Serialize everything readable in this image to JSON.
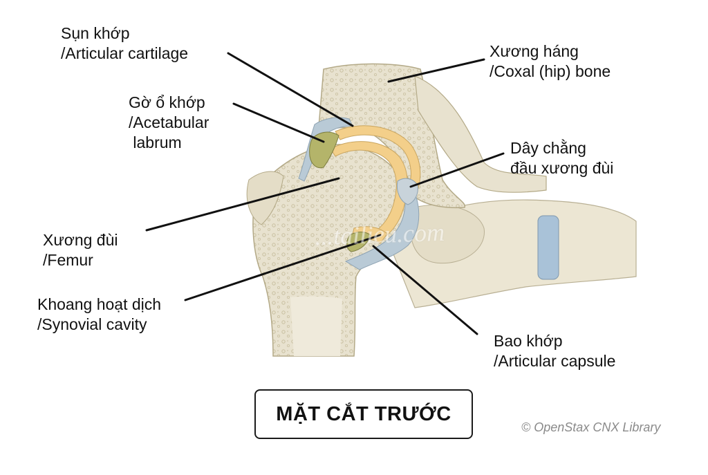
{
  "labels": {
    "articular_cartilage": [
      "Sụn khớp",
      "/Articular cartilage"
    ],
    "coxal_bone": [
      "Xương háng",
      "/Coxal (hip) bone"
    ],
    "acetabular_labrum": [
      "Gờ ổ khớp",
      "/Acetabular",
      " labrum"
    ],
    "ligament_head_femur": [
      "Dây chằng",
      "đầu xương đùi"
    ],
    "femur": [
      "Xương đùi",
      "/Femur"
    ],
    "synovial_cavity": [
      "Khoang hoạt dịch",
      "/Synovial cavity"
    ],
    "articular_capsule": [
      "Bao khớp",
      "/Articular capsule"
    ]
  },
  "caption": "MẶT CẮT TRƯỚC",
  "credit": "© OpenStax CNX Library",
  "watermark": "...tailieu.com",
  "colors": {
    "bone": "#e8e2cf",
    "bone_dark": "#cfc7ae",
    "cartilage": "#f3cf8a",
    "labrum": "#b4b46a",
    "capsule": "#b9cad6",
    "band": "#a9c2d8",
    "leader": "#111111"
  }
}
